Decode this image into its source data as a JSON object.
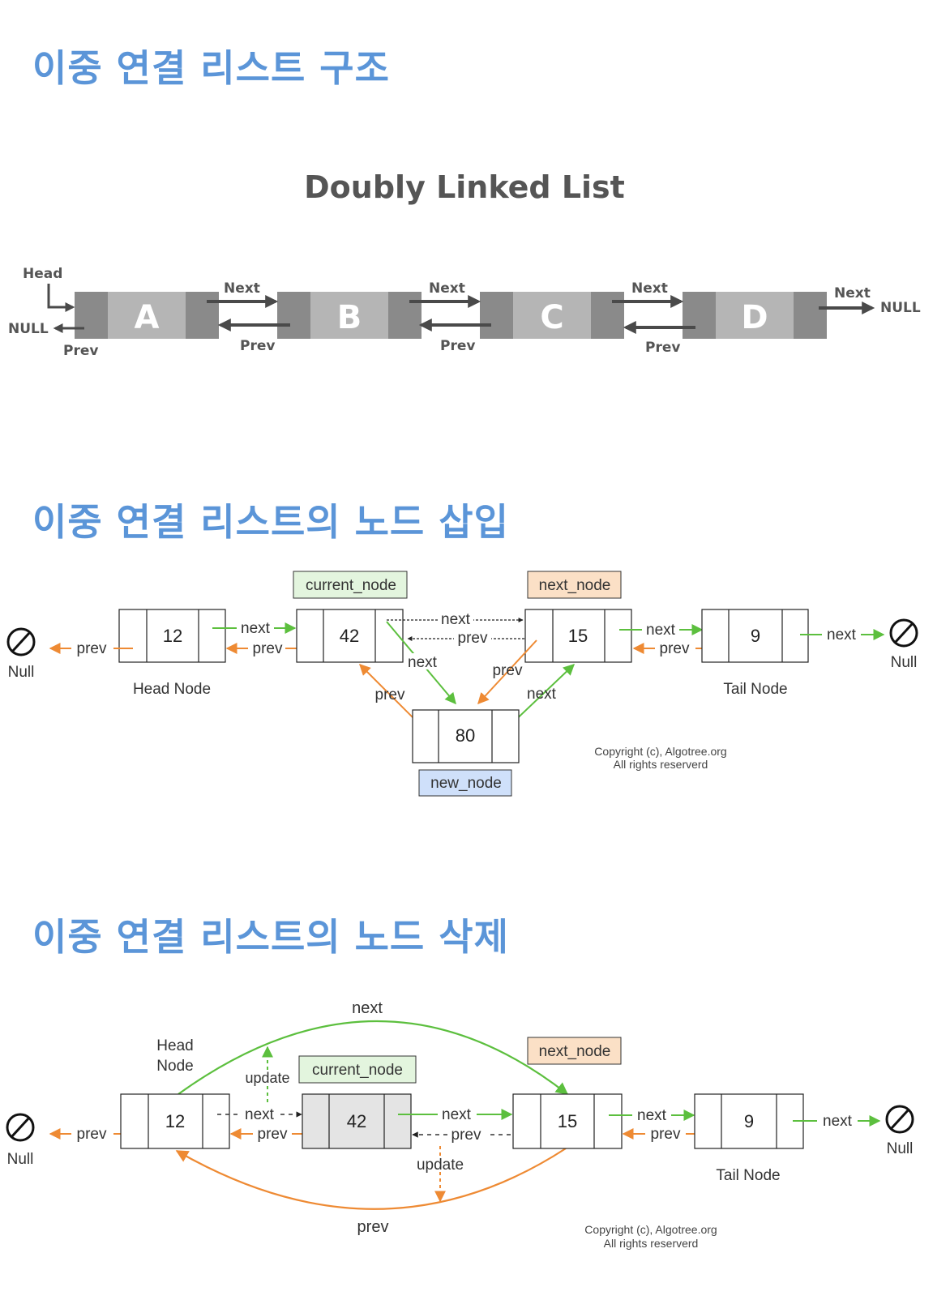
{
  "headings": {
    "structure": "이중 연결 리스트 구조",
    "insert": "이중 연결 리스트의 노드 삽입",
    "delete": "이중 연결 리스트의 노드 삭제"
  },
  "structure_diagram": {
    "title": "Doubly Linked List",
    "nodes": [
      "A",
      "B",
      "C",
      "D"
    ],
    "head_label": "Head",
    "null_label": "NULL",
    "next_label": "Next",
    "prev_label": "Prev",
    "colors": {
      "pointer_cell": "#8a8a8a",
      "data_cell": "#b5b5b5",
      "arrow": "#4a4a4a",
      "text": "#555555"
    }
  },
  "insert_diagram": {
    "nodes": {
      "head": "12",
      "current": "42",
      "next": "15",
      "tail": "9",
      "new": "80"
    },
    "tags": {
      "current": "current_node",
      "next": "next_node",
      "new": "new_node"
    },
    "labels": {
      "null": "Null",
      "head_node": "Head Node",
      "tail_node": "Tail Node",
      "next": "next",
      "prev": "prev"
    },
    "copyright": [
      "Copyright (c), Algotree.org",
      "All rights reserverd"
    ],
    "colors": {
      "next": "#5cbf3e",
      "prev": "#ee8a33",
      "current_tag": "#e3f5de",
      "next_tag": "#fbe0c6",
      "new_tag": "#cfe0fa"
    }
  },
  "delete_diagram": {
    "nodes": {
      "head": "12",
      "current": "42",
      "next": "15",
      "tail": "9"
    },
    "tags": {
      "current": "current_node",
      "next": "next_node"
    },
    "labels": {
      "null": "Null",
      "head_node_1": "Head",
      "head_node_2": "Node",
      "tail_node": "Tail Node",
      "next": "next",
      "prev": "prev",
      "update": "update"
    },
    "copyright": [
      "Copyright (c), Algotree.org",
      "All rights reserverd"
    ],
    "colors": {
      "next": "#5cbf3e",
      "prev": "#ee8a33",
      "removed_node": "#e4e4e4"
    }
  }
}
